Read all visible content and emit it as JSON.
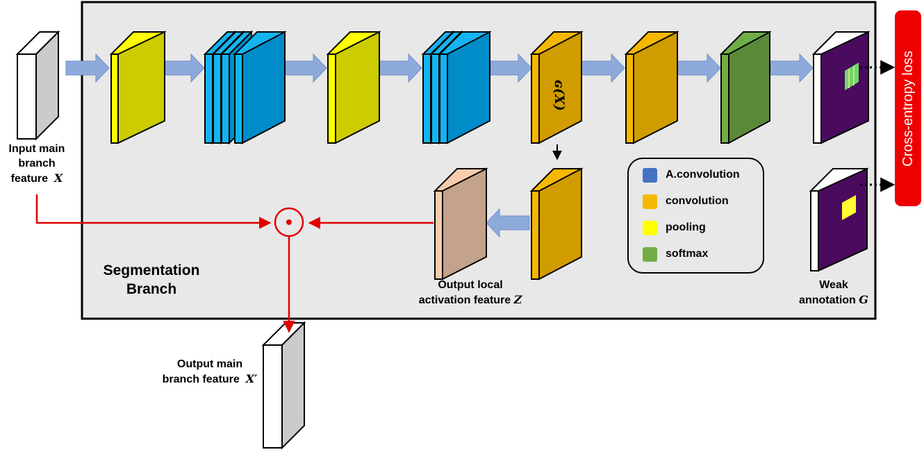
{
  "labels": {
    "input_line1": "Input main",
    "input_line2": "branch",
    "input_line3": "feature",
    "input_math": "X",
    "branch_line1": "Segmentation",
    "branch_line2": "Branch",
    "local_line1": "Output local",
    "local_line2": "activation feature",
    "local_math": "Z",
    "weak_line1": "Weak",
    "weak_line2": "annotation",
    "weak_math": "G",
    "output_line1": "Output main",
    "output_line2": "branch feature",
    "output_math": "X′",
    "gx_math": "ɢ(X)"
  },
  "loss": {
    "label": "Cross-entropy loss",
    "color": "#ee0000"
  },
  "legend": {
    "items": [
      {
        "label": "A.convolution",
        "color": "#4472c4"
      },
      {
        "label": "convolution",
        "color": "#f5b800"
      },
      {
        "label": "pooling",
        "color": "#ffff00"
      },
      {
        "label": "softmax",
        "color": "#70ad47"
      }
    ]
  },
  "colors": {
    "pooling_face": "#cccc00",
    "pooling_edge": "#ffff00",
    "aconv_face": "#008cc8",
    "aconv_edge": "#14b4f0",
    "conv_face": "#d09c00",
    "conv_edge": "#f5b800",
    "softmax_face": "#5a8a38",
    "softmax_edge": "#70ad47",
    "feature_face": "#cbcbcb",
    "local_face": "#c4a38c",
    "local_edge": "#f8cbad",
    "annotation_face": "#4a0a5e",
    "arrow_fill": "#8eaadb",
    "red_connector": "#e00000",
    "branch_panel": "#e8e8e8"
  }
}
